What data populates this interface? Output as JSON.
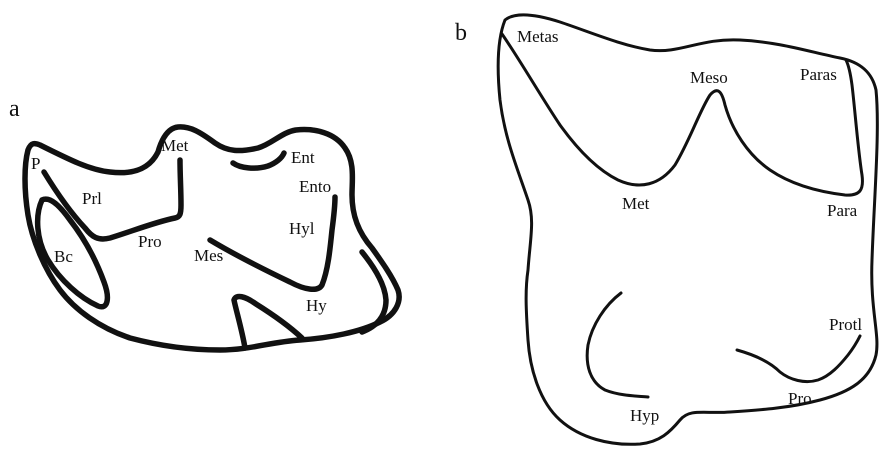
{
  "panels": {
    "a": {
      "letter": "a",
      "labels": {
        "p": "P",
        "prl": "Prl",
        "bc": "Bc",
        "pro": "Pro",
        "met": "Met",
        "mes": "Mes",
        "ent": "Ent",
        "ento": "Ento",
        "hyl": "Hyl",
        "hy": "Hy"
      }
    },
    "b": {
      "letter": "b",
      "labels": {
        "metas": "Metas",
        "meso": "Meso",
        "paras": "Paras",
        "met": "Met",
        "para": "Para",
        "protl": "Protl",
        "pro": "Pro",
        "hyp": "Hyp"
      }
    }
  },
  "colors": {
    "line": "#111111",
    "background": "#ffffff"
  }
}
